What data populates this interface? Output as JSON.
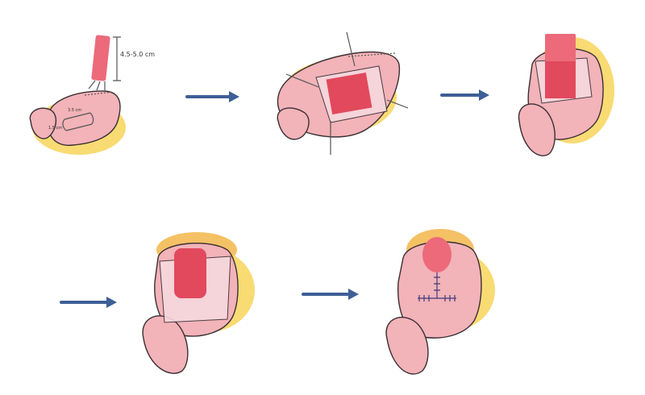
{
  "figure": {
    "steps": [
      {
        "id": 1,
        "measurement_label": "4.5-5.0 cm",
        "small_labels": [
          "3.5 cm",
          "1.5 cm"
        ]
      },
      {
        "id": 2
      },
      {
        "id": 3
      },
      {
        "id": 4
      },
      {
        "id": 5
      }
    ],
    "arrows": [
      "step1-to-step2",
      "step2-to-step3",
      "step3-to-step4",
      "step4-to-step5"
    ],
    "colors": {
      "arrow": "#3d5f97",
      "tissue": "#f2b3b9",
      "graft": "#e2495d",
      "fat": "#f7cf45"
    }
  }
}
